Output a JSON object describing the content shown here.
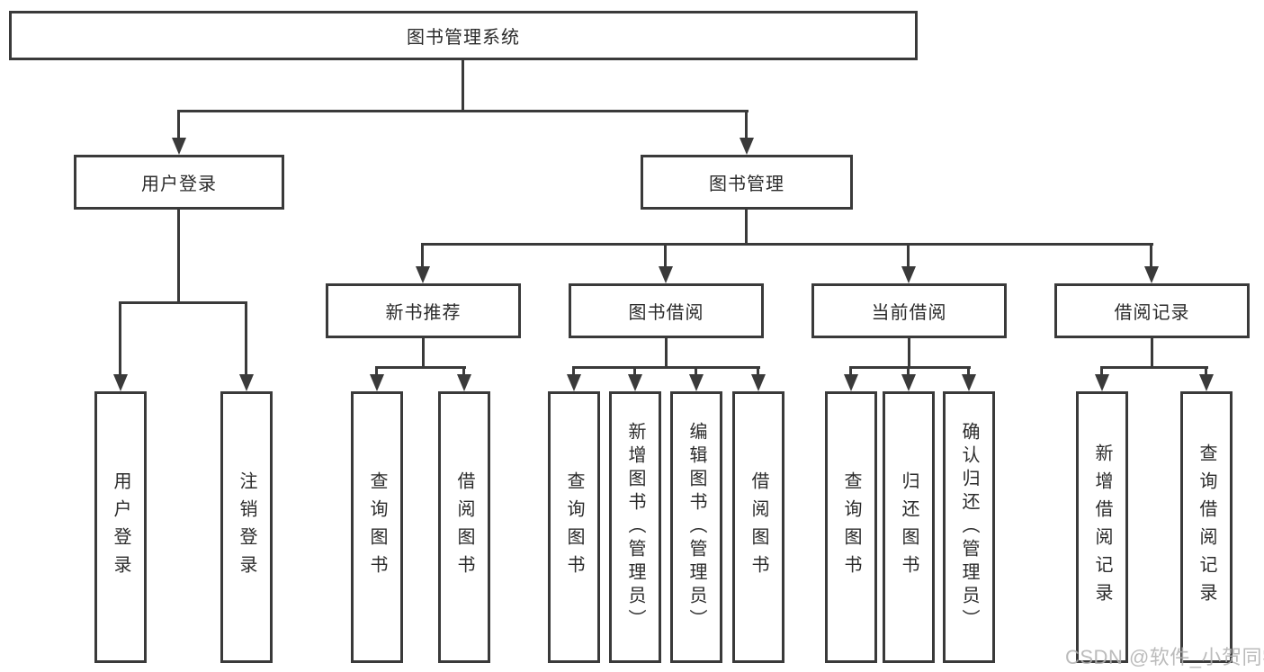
{
  "nodes": {
    "root": {
      "label": "图书管理系统"
    },
    "user_login": {
      "label": "用户登录"
    },
    "book_mgmt": {
      "label": "图书管理"
    },
    "new_book_rec": {
      "label": "新书推荐"
    },
    "book_borrow": {
      "label": "图书借阅"
    },
    "current_borrow": {
      "label": "当前借阅"
    },
    "borrow_records": {
      "label": "借阅记录"
    },
    "leaf_user_login": {
      "label": "用户登录"
    },
    "leaf_logout": {
      "label": "注销登录"
    },
    "leaf_query_book_newrec": {
      "label": "查询图书"
    },
    "leaf_borrow_book_newrec": {
      "label": "借阅图书"
    },
    "leaf_query_book_borrow": {
      "label": "查询图书"
    },
    "leaf_add_book_admin": {
      "label": "新增图书（管理员）"
    },
    "leaf_edit_book_admin": {
      "label": "编辑图书（管理员）"
    },
    "leaf_borrow_book_borrow": {
      "label": "借阅图书"
    },
    "leaf_query_book_current": {
      "label": "查询图书"
    },
    "leaf_return_book": {
      "label": "归还图书"
    },
    "leaf_confirm_return_admin": {
      "label": "确认归还（管理员）"
    },
    "leaf_add_borrow_record": {
      "label": "新增借阅记录"
    },
    "leaf_query_borrow_record": {
      "label": "查询借阅记录"
    }
  },
  "watermark": {
    "text": "CSDN @软件_小贺同学"
  },
  "colors": {
    "line": "#3a3a3a",
    "background": "#ffffff",
    "text": "#2b2b2b",
    "watermark": "#b2b2b2"
  }
}
